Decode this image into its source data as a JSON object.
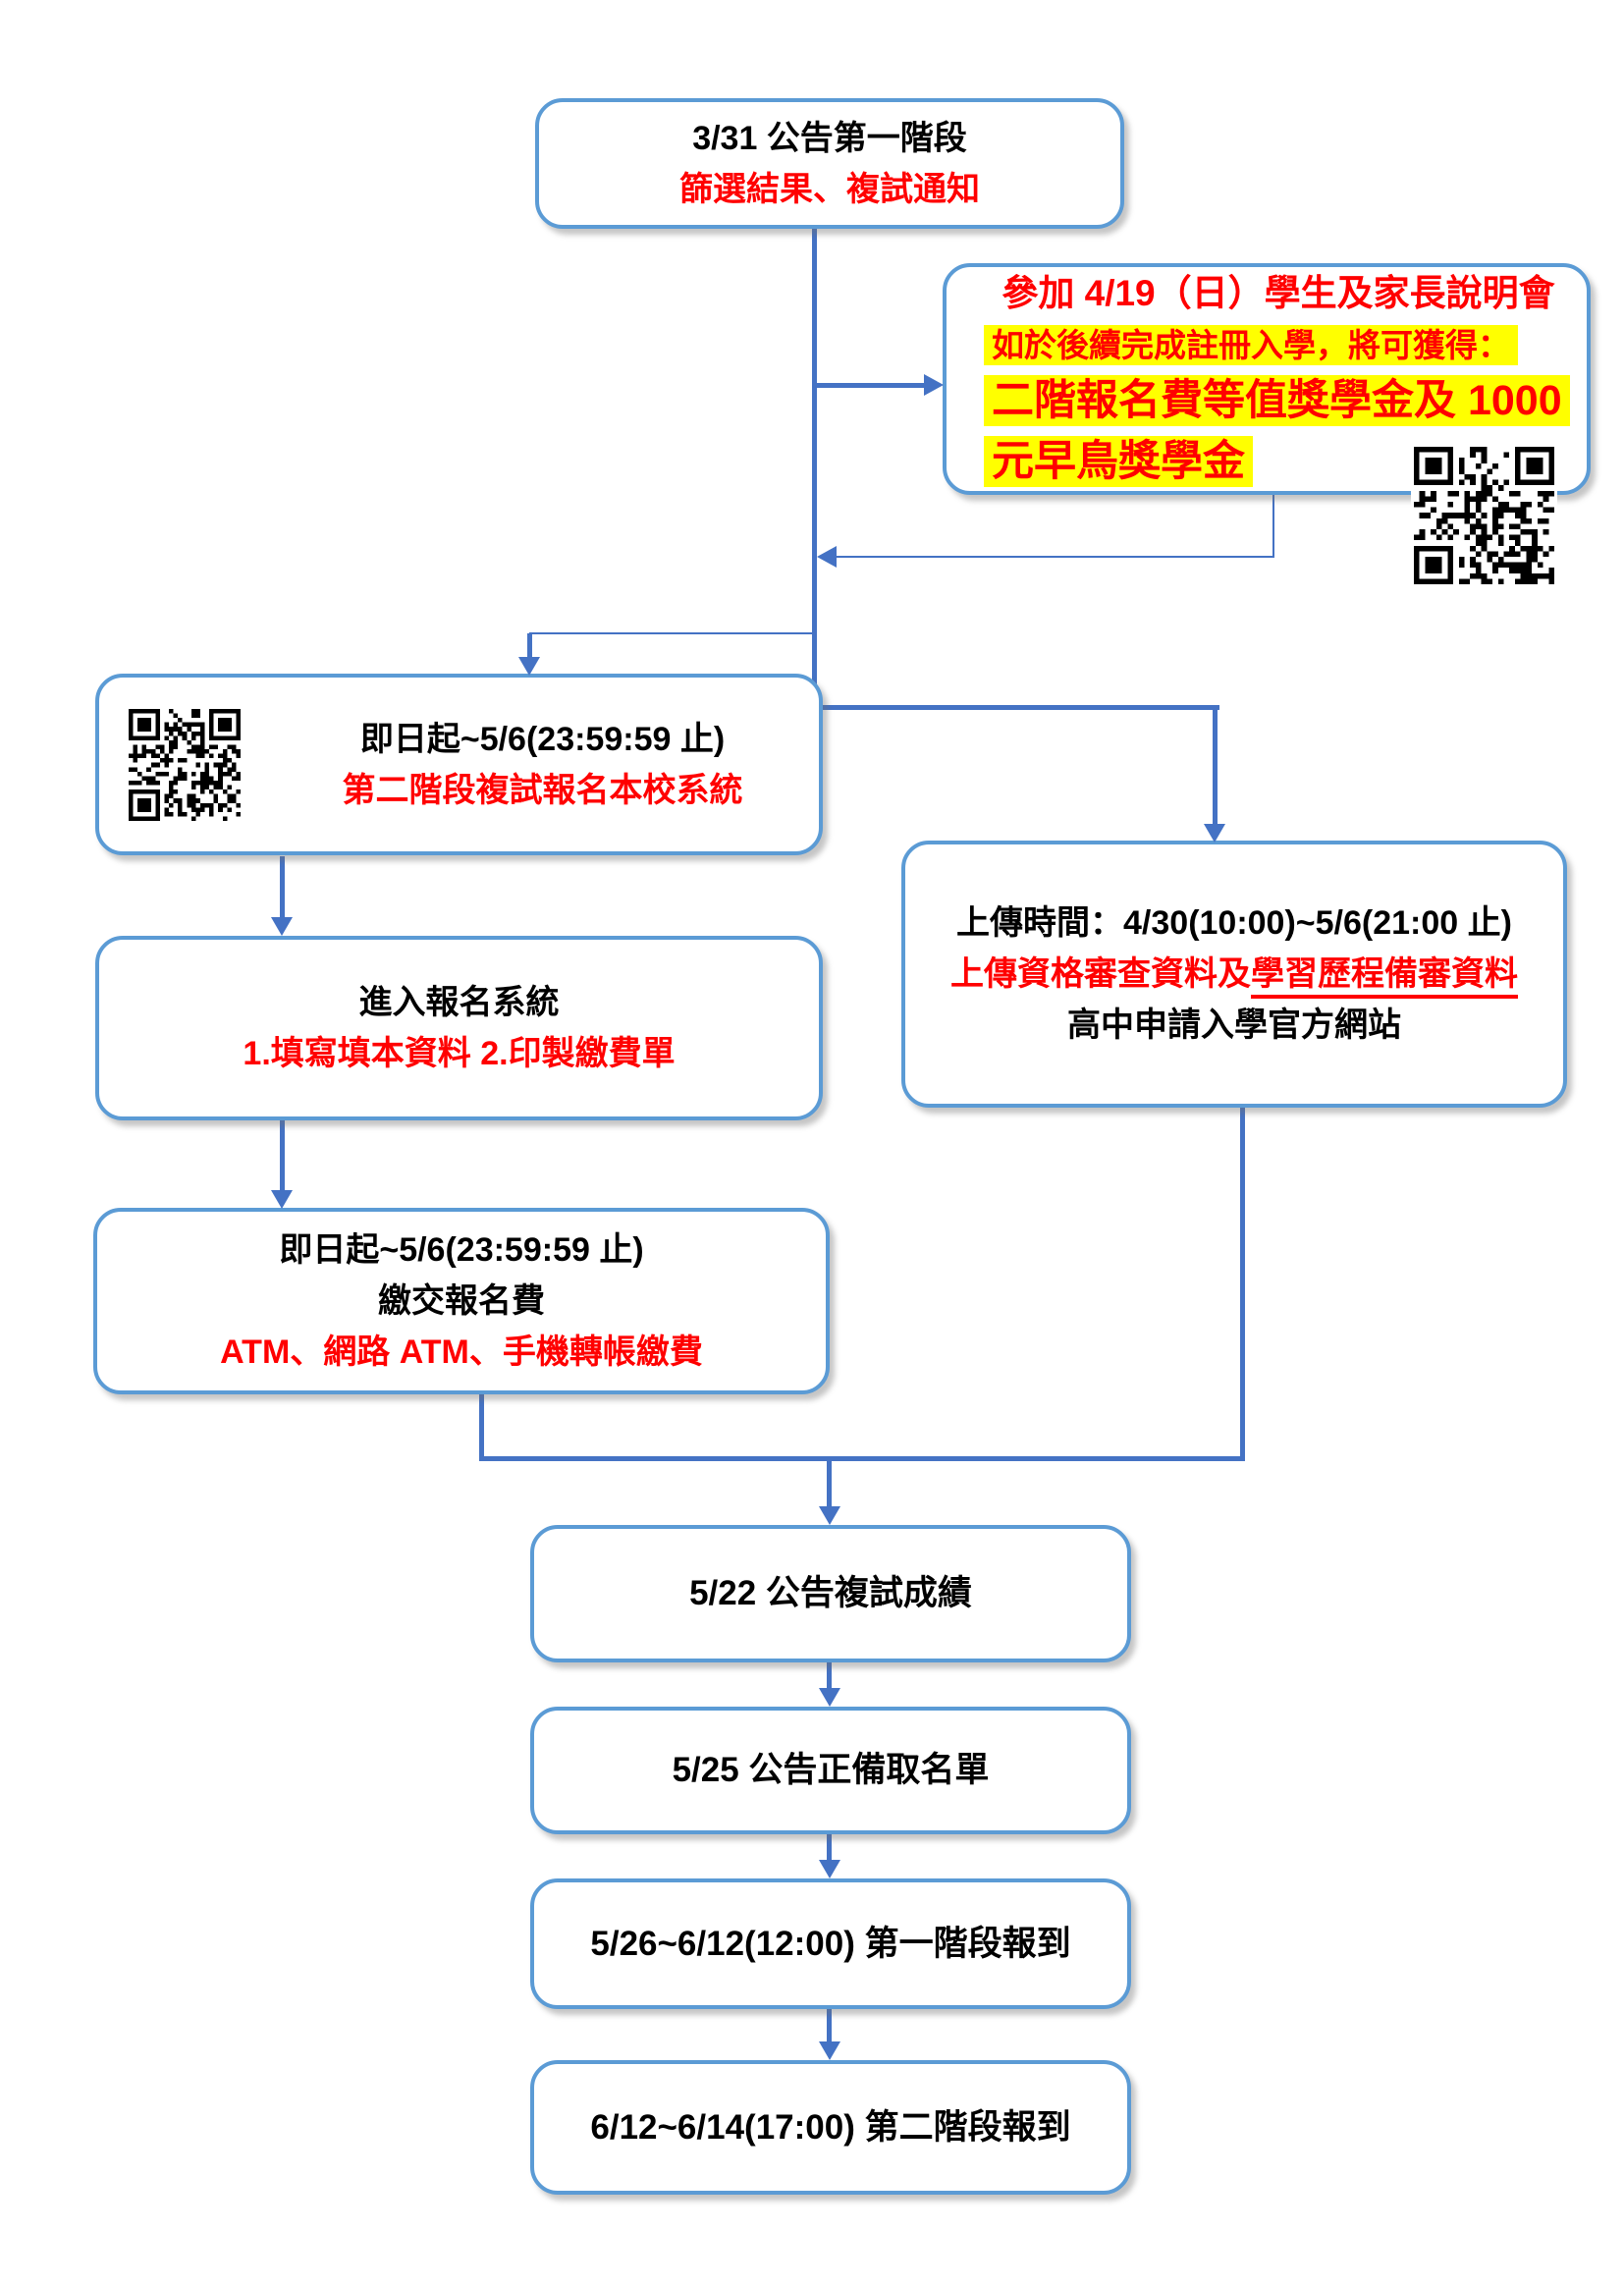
{
  "colors": {
    "box_border": "#5B9BD5",
    "connector": "#4472C4",
    "red": "#FF0000",
    "highlight": "#FFFF00",
    "text": "#000000",
    "box_fill": "#FFFFFF"
  },
  "icons": {
    "info_session_qr": "qr-code",
    "register_qr": "qr-code"
  },
  "nodes": {
    "announce_stage1": {
      "line1": "3/31  公告第一階段",
      "line2": "篩選結果、複試通知"
    },
    "info_session": {
      "line1": "參加 4/19（日）學生及家長說明會",
      "line2": "如於後續完成註冊入學，將可獲得：",
      "line3": "二階報名費等值獎學金及 1000",
      "line4": "元早鳥獎學金"
    },
    "stage2_register": {
      "line1": "即日起~5/6(23:59:59 止)",
      "line2": "第二階段複試報名本校系統"
    },
    "enter_system": {
      "line1": "進入報名系統",
      "line2": "1.填寫填本資料 2.印製繳費單"
    },
    "pay_fee": {
      "line1": "即日起~5/6(23:59:59 止)",
      "line2": "繳交報名費",
      "line3": "ATM、網路 ATM、手機轉帳繳費"
    },
    "upload_docs": {
      "line1": "上傳時間：4/30(10:00)~5/6(21:00 止)",
      "line2_part1": "上傳資格審查資料及",
      "line2_part2": "學習歷程備審資料",
      "line3": "高中申請入學官方網站"
    },
    "announce_score": {
      "line1": "5/22 公告複試成績"
    },
    "announce_admission": {
      "line1": "5/25  公告正備取名單"
    },
    "checkin_stage1": {
      "line1": "5/26~6/12(12:00)  第一階段報到"
    },
    "checkin_stage2": {
      "line1": "6/12~6/14(17:00)  第二階段報到"
    }
  }
}
